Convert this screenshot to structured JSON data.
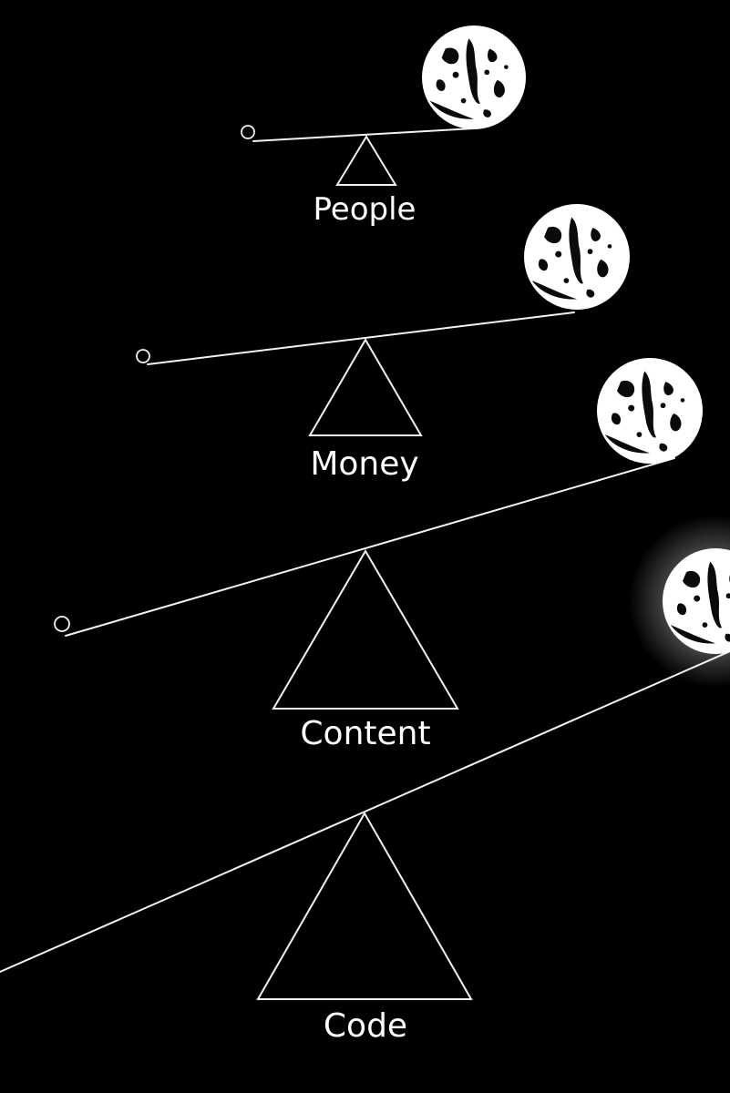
{
  "diagram": {
    "type": "balance-scales",
    "background": "#000000",
    "foreground": "#ffffff",
    "scales": [
      {
        "id": "people",
        "label": "People",
        "ball": "moon-icon",
        "counterweight": "small-circle-icon"
      },
      {
        "id": "money",
        "label": "Money",
        "ball": "moon-icon",
        "counterweight": "small-circle-icon"
      },
      {
        "id": "content",
        "label": "Content",
        "ball": "moon-icon",
        "counterweight": "small-circle-icon"
      },
      {
        "id": "code",
        "label": "Code",
        "ball": "moon-icon",
        "glow": true
      }
    ]
  }
}
